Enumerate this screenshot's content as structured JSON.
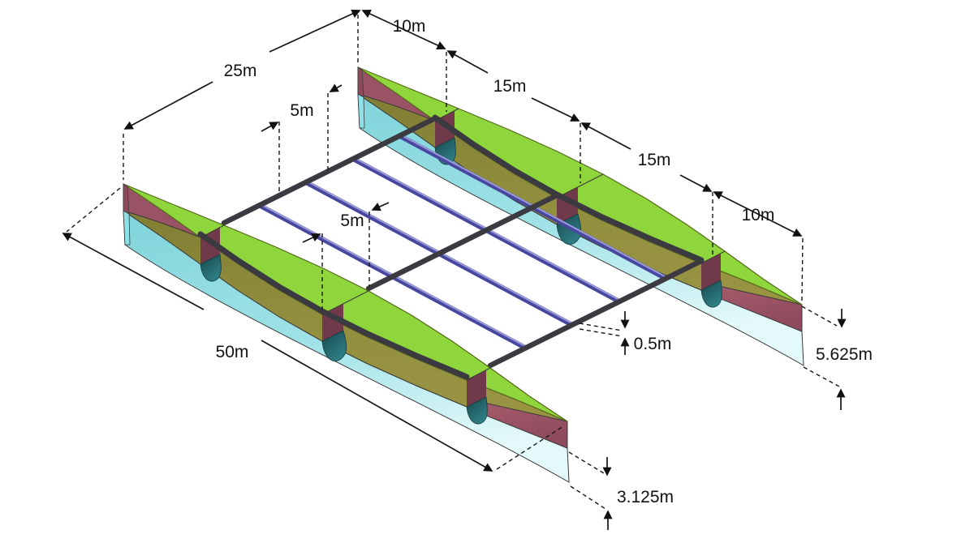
{
  "figure": {
    "kind": "isometric-3d-dimensioned-drawing",
    "subject": "twin-hull catamaran pontoon platform with transverse beams and longitudinal stringers"
  },
  "dims": {
    "d25": {
      "label": "25m"
    },
    "d10a": {
      "label": "10m"
    },
    "d15a": {
      "label": "15m"
    },
    "d15b": {
      "label": "15m"
    },
    "d10b": {
      "label": "10m"
    },
    "d5a": {
      "label": "5m"
    },
    "d5b": {
      "label": "5m"
    },
    "d50": {
      "label": "50m"
    },
    "d05": {
      "label": "0.5m"
    },
    "d5625": {
      "label": "5.625m"
    },
    "d3125": {
      "label": "3.125m"
    }
  },
  "colors": {
    "deck_green": "#8ed63b",
    "deck_outline": "#55691a",
    "hull_side_khaki": "#8f8c3c",
    "hull_side_cyan_top": "#7fd4da",
    "hull_side_cyan_bottom": "#e4f9fa",
    "section_maroon": "#9a5364",
    "cut_face_maroon": "#703a4a",
    "cut_disk_teal_dark": "#17474c",
    "cut_disk_teal_light": "#2f7f86",
    "beam_black": "#3a3a40",
    "stringer_blue": "#5a5ab2",
    "stringer_highlight": "#9a9ad8",
    "line_black": "#111111",
    "background": "#ffffff"
  }
}
